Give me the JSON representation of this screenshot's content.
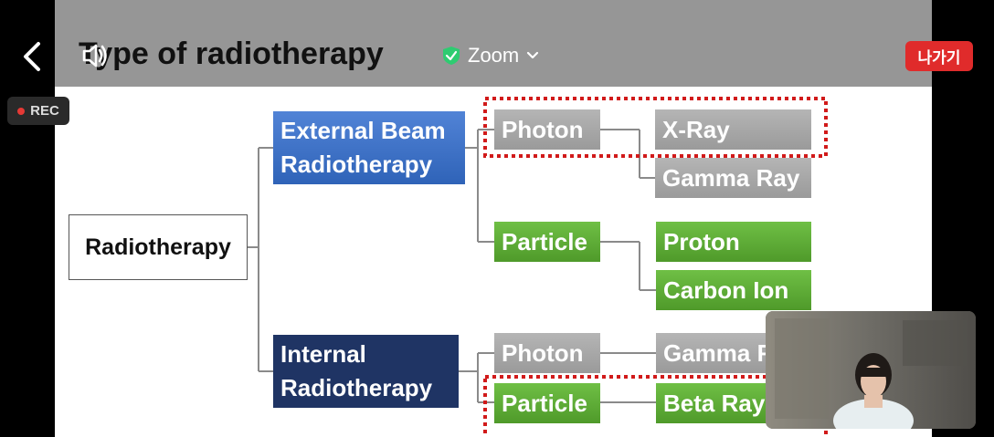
{
  "slide": {
    "title": "Type of radiotherapy",
    "root": "Radiotherapy",
    "external": "External Beam Radiotherapy",
    "internal": "Internal Radiotherapy",
    "ext_photon": "Photon",
    "ext_particle": "Particle",
    "xray": "X-Ray",
    "gamma_ray": "Gamma Ray",
    "proton": "Proton",
    "carbon_ion": "Carbon Ion",
    "int_photon": "Photon",
    "int_particle": "Particle",
    "int_gamma": "Gamma R",
    "beta_ray": "Beta Ray"
  },
  "toolbar": {
    "zoom_label": "Zoom",
    "exit_label": "나가기",
    "rec_label": "REC"
  },
  "icons": {
    "back": "chevron-left-icon",
    "speaker": "speaker-icon",
    "shield": "shield-check-icon",
    "dropdown": "chevron-down-icon"
  },
  "colors": {
    "exit_button": "#e02b2b",
    "shield": "#2ecc71",
    "highlight_dotted": "#d11a1a",
    "node_blue": "#3b6fc7",
    "node_navy": "#1f3464",
    "node_gray": "#a6a6a6",
    "node_green": "#5fae36"
  }
}
